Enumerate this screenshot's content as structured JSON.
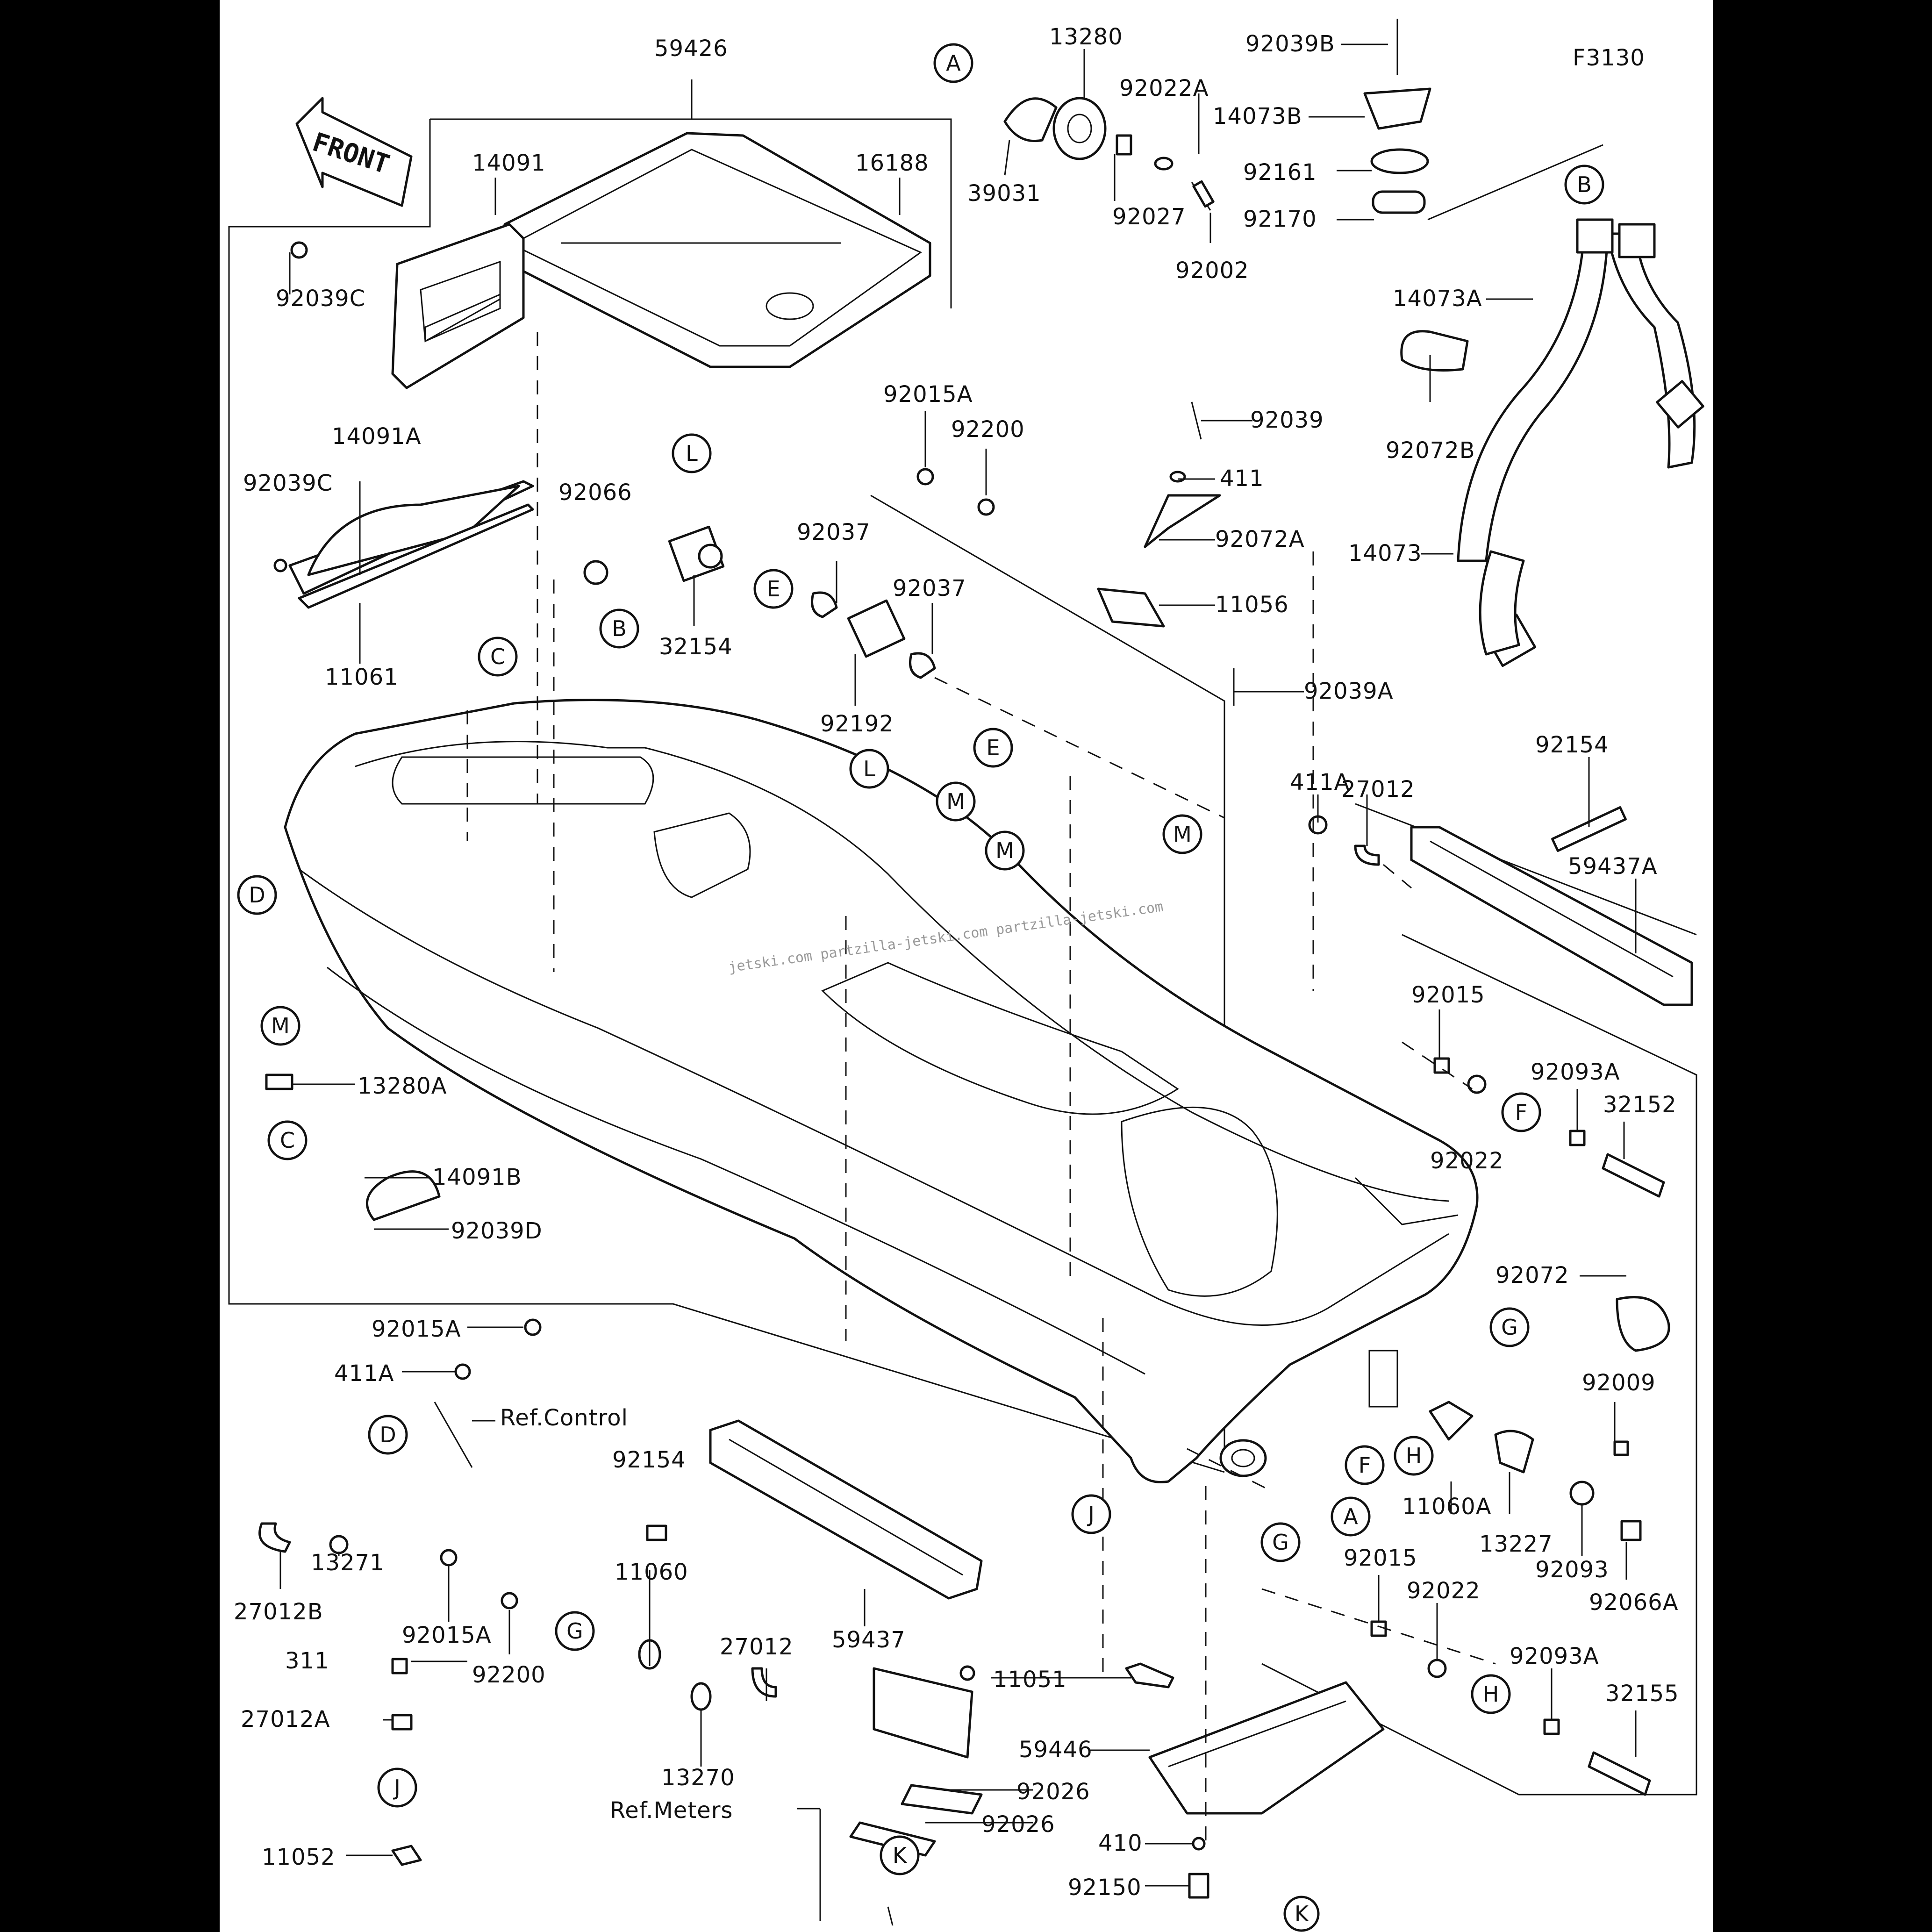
{
  "figure_code": "F3130",
  "front_label": "FRONT",
  "watermark": "jetski.com  partzilla-jetski.com  partzilla-jetski.com",
  "part_labels": {
    "p59426": "59426",
    "p13280": "13280",
    "p92039B": "92039B",
    "p14073B": "14073B",
    "p92022A": "92022A",
    "p92161": "92161",
    "p92170": "92170",
    "p39031": "39031",
    "p92027": "92027",
    "p92002": "92002",
    "p14091": "14091",
    "p16188": "16188",
    "p92039C_top": "92039C",
    "p14073A": "14073A",
    "p92072B": "92072B",
    "p92015A_top": "92015A",
    "p92200_top": "92200",
    "p92039": "92039",
    "p411": "411",
    "p92072A": "92072A",
    "p14091A": "14091A",
    "p92039C": "92039C",
    "p92066": "92066",
    "p92037_a": "92037",
    "p92037_b": "92037",
    "p32154": "32154",
    "p11061": "11061",
    "p92192": "92192",
    "p11056": "11056",
    "p14073": "14073",
    "p92039A": "92039A",
    "p92154_r": "92154",
    "p411A_r": "411A",
    "p27012_r": "27012",
    "p59437A": "59437A",
    "p92015_r": "92015",
    "p92093A_r": "92093A",
    "p32152": "32152",
    "p92022_r": "92022",
    "p13280A": "13280A",
    "p14091B": "14091B",
    "p92039D": "92039D",
    "p92072": "92072",
    "p92015A_l": "92015A",
    "p411A_l": "411A",
    "p92009": "92009",
    "p13271": "13271",
    "p27012B": "27012B",
    "p92154_b": "92154",
    "p11060": "11060",
    "p59437": "59437",
    "p11060A": "11060A",
    "p13227": "13227",
    "p92093": "92093",
    "p92066A": "92066A",
    "p92015_b": "92015",
    "p92022_b": "92022",
    "p92093A_b": "92093A",
    "p32155": "32155",
    "p311": "311",
    "p92015A_b": "92015A",
    "p92200_b": "92200",
    "p27012_b": "27012",
    "p27012A": "27012A",
    "p13270": "13270",
    "p11051": "11051",
    "p59446": "59446",
    "p92026_a": "92026",
    "p92026_b": "92026",
    "p410": "410",
    "p92150": "92150",
    "p11052": "11052"
  },
  "ref_labels": {
    "ref_control": "Ref.Control",
    "ref_meters": "Ref.Meters"
  },
  "callouts": {
    "A_top": "A",
    "B_top": "B",
    "L_top": "L",
    "E_top": "E",
    "C_top": "C",
    "B_mid": "B",
    "E_mid": "E",
    "L_mid": "L",
    "M_1": "M",
    "M_2": "M",
    "M_3": "M",
    "D_left": "D",
    "M_left": "M",
    "C_left": "C",
    "F_r": "F",
    "G_r": "G",
    "H_r": "H",
    "F_b": "F",
    "A_b": "A",
    "J_b": "J",
    "G_b": "G",
    "D_bl": "D",
    "G_bl": "G",
    "H_b": "H",
    "J_bl": "J",
    "K_b": "K",
    "K_br": "K"
  }
}
